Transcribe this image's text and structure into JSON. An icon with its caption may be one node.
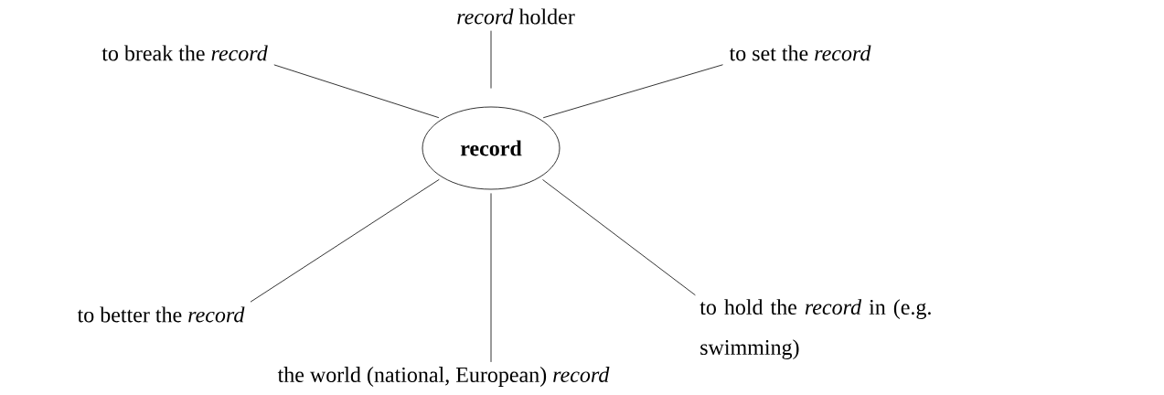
{
  "diagram": {
    "nodes": [
      {
        "text": [
          "**record**"
        ]
      },
      {
        "text": [
          "*record* holder"
        ]
      },
      {
        "text": [
          "to break the *record*"
        ]
      },
      {
        "text": [
          "to set the *record*"
        ]
      },
      {
        "text": [
          "to better the *record*"
        ]
      },
      {
        "text": [
          "to hold the *record* in (e.g. swimming)"
        ]
      },
      {
        "text": [
          "the world (national, European) *record*"
        ]
      }
    ],
    "edges": [
      {
        "from": 0,
        "to": 1,
        "arrow": "none"
      },
      {
        "from": 0,
        "to": 2,
        "arrow": "none"
      },
      {
        "from": 0,
        "to": 3,
        "arrow": "none"
      },
      {
        "from": 0,
        "to": 4,
        "arrow": "none"
      },
      {
        "from": 0,
        "to": 5,
        "arrow": "none"
      },
      {
        "from": 0,
        "to": 6,
        "arrow": "none"
      }
    ]
  }
}
